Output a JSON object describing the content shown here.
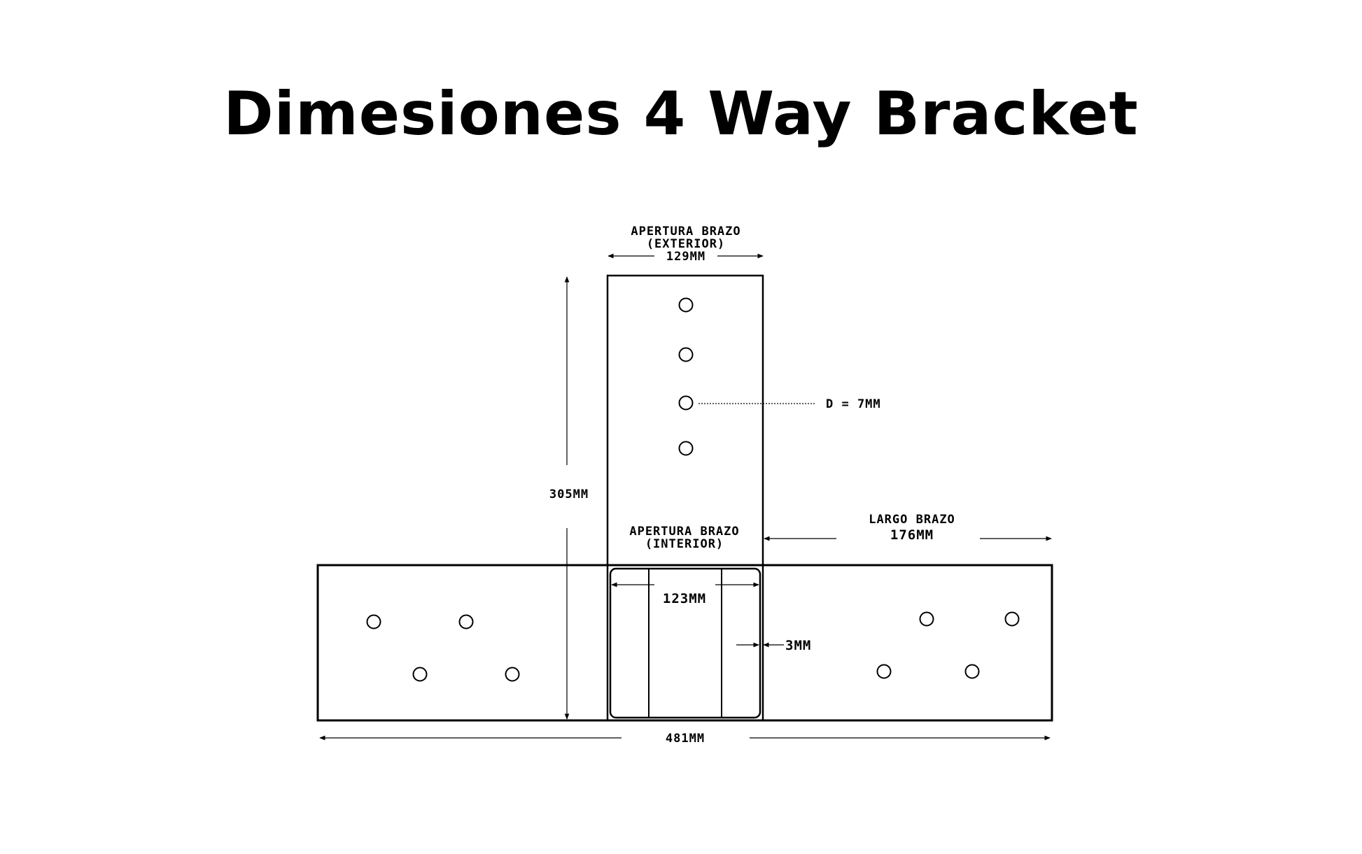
{
  "title": "Dimesiones 4 Way Bracket",
  "labels": {
    "apertura_exterior_line1": "APERTURA BRAZO",
    "apertura_exterior_line2": "(EXTERIOR)",
    "apertura_exterior_value": "129MM",
    "hole_diameter": "D = 7MM",
    "height": "305MM",
    "apertura_interior_line1": "APERTURA BRAZO",
    "apertura_interior_line2": "(INTERIOR)",
    "largo_brazo_line1": "LARGO BRAZO",
    "largo_brazo_value": "176MM",
    "interior_width": "123MM",
    "thickness": "3MM",
    "total_width": "481MM"
  },
  "colors": {
    "stroke": "#000000",
    "background": "#ffffff"
  }
}
